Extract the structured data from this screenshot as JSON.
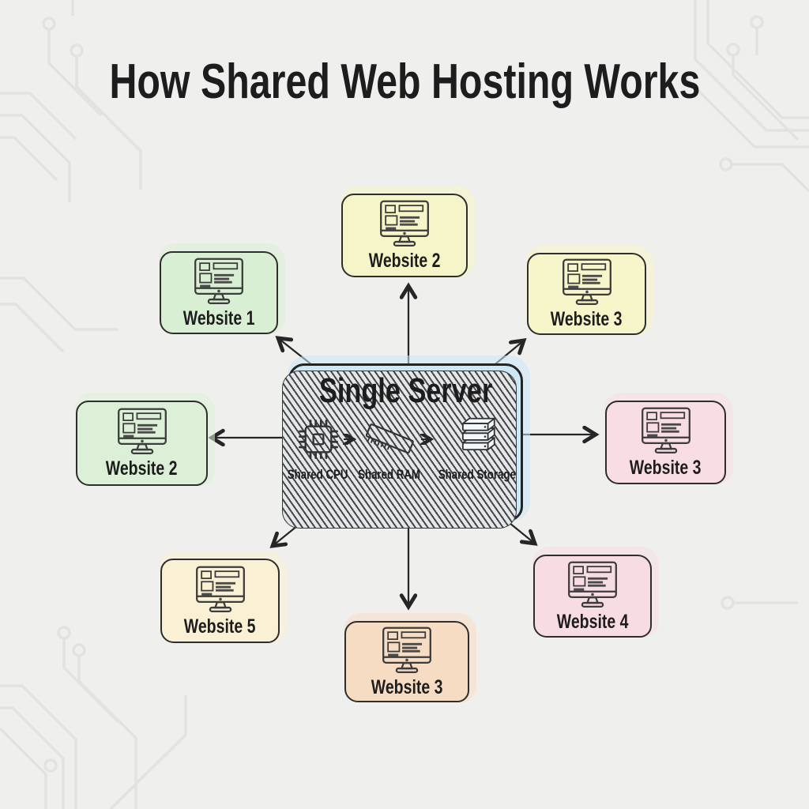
{
  "title": "How Shared Web Hosting Works",
  "server": {
    "title": "Single Server",
    "fill": "#cce8f7",
    "components": [
      {
        "icon": "cpu-icon",
        "label": "Shared CPU"
      },
      {
        "icon": "ram-icon",
        "label": "Shared RAM"
      },
      {
        "icon": "storage-icon",
        "label": "Shared Storage"
      }
    ]
  },
  "websites": [
    {
      "position": "top",
      "label": "Website 2",
      "fill": "#f6f5c7"
    },
    {
      "position": "top-left",
      "label": "Website 1",
      "fill": "#d9efd4"
    },
    {
      "position": "top-right",
      "label": "Website 3",
      "fill": "#f7f6ca"
    },
    {
      "position": "left",
      "label": "Website 2",
      "fill": "#dbf0d6"
    },
    {
      "position": "right",
      "label": "Website 3",
      "fill": "#f9dde4"
    },
    {
      "position": "bottom-left",
      "label": "Website 5",
      "fill": "#faf0d3"
    },
    {
      "position": "bottom-right",
      "label": "Website 4",
      "fill": "#f8dce4"
    },
    {
      "position": "bottom",
      "label": "Website 3",
      "fill": "#f7dcc4"
    }
  ],
  "colors": {
    "background": "#efefee",
    "arrow_stroke": "#262626",
    "box_border": "#2e2e2e",
    "circuit_trace": "#e2e2e0",
    "title_text": "#1d1d1d"
  }
}
